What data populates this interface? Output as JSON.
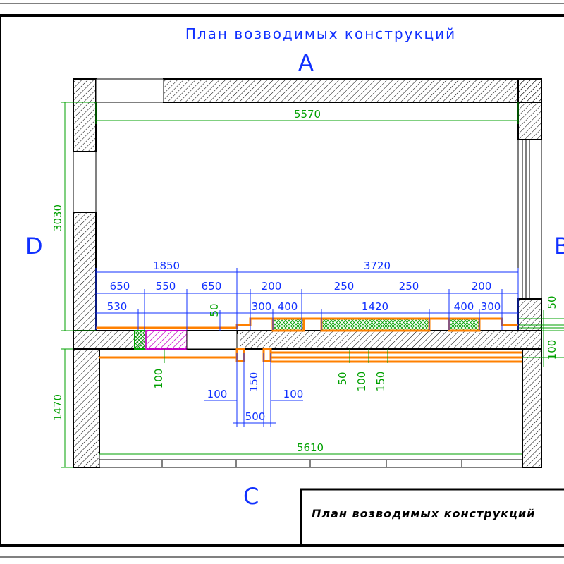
{
  "title": "План возводимых конструкций",
  "stamp_title": "План возводимых конструкций",
  "sides": {
    "top": "A",
    "left": "D",
    "right": "B",
    "bottom": "C"
  },
  "dimensions": {
    "top_width": "5570",
    "bottom_width": "5610",
    "left_upper_height": "3030",
    "left_lower_height": "1470",
    "row1": [
      "1850",
      "3720"
    ],
    "row2": [
      "650",
      "550",
      "650",
      "200",
      "250",
      "250",
      "200"
    ],
    "row3": [
      "530",
      "300",
      "400",
      "1420",
      "400",
      "300"
    ],
    "small_50": "50",
    "right_50": "50",
    "right_100": "100",
    "below_100_left": "100",
    "below_100_a": "100",
    "below_150": "150",
    "below_100_b": "100",
    "below_500": "500",
    "below_50": "50",
    "below_100_c": "100",
    "below_150_c": "150"
  },
  "colors": {
    "wall_outline": "#000000",
    "hatch": "#000000",
    "dimension": "#00a000",
    "dimension_text": "#1030ff",
    "new_construction": "#ff8000",
    "mesh": "#00a000",
    "magenta": "#ff00ff"
  }
}
